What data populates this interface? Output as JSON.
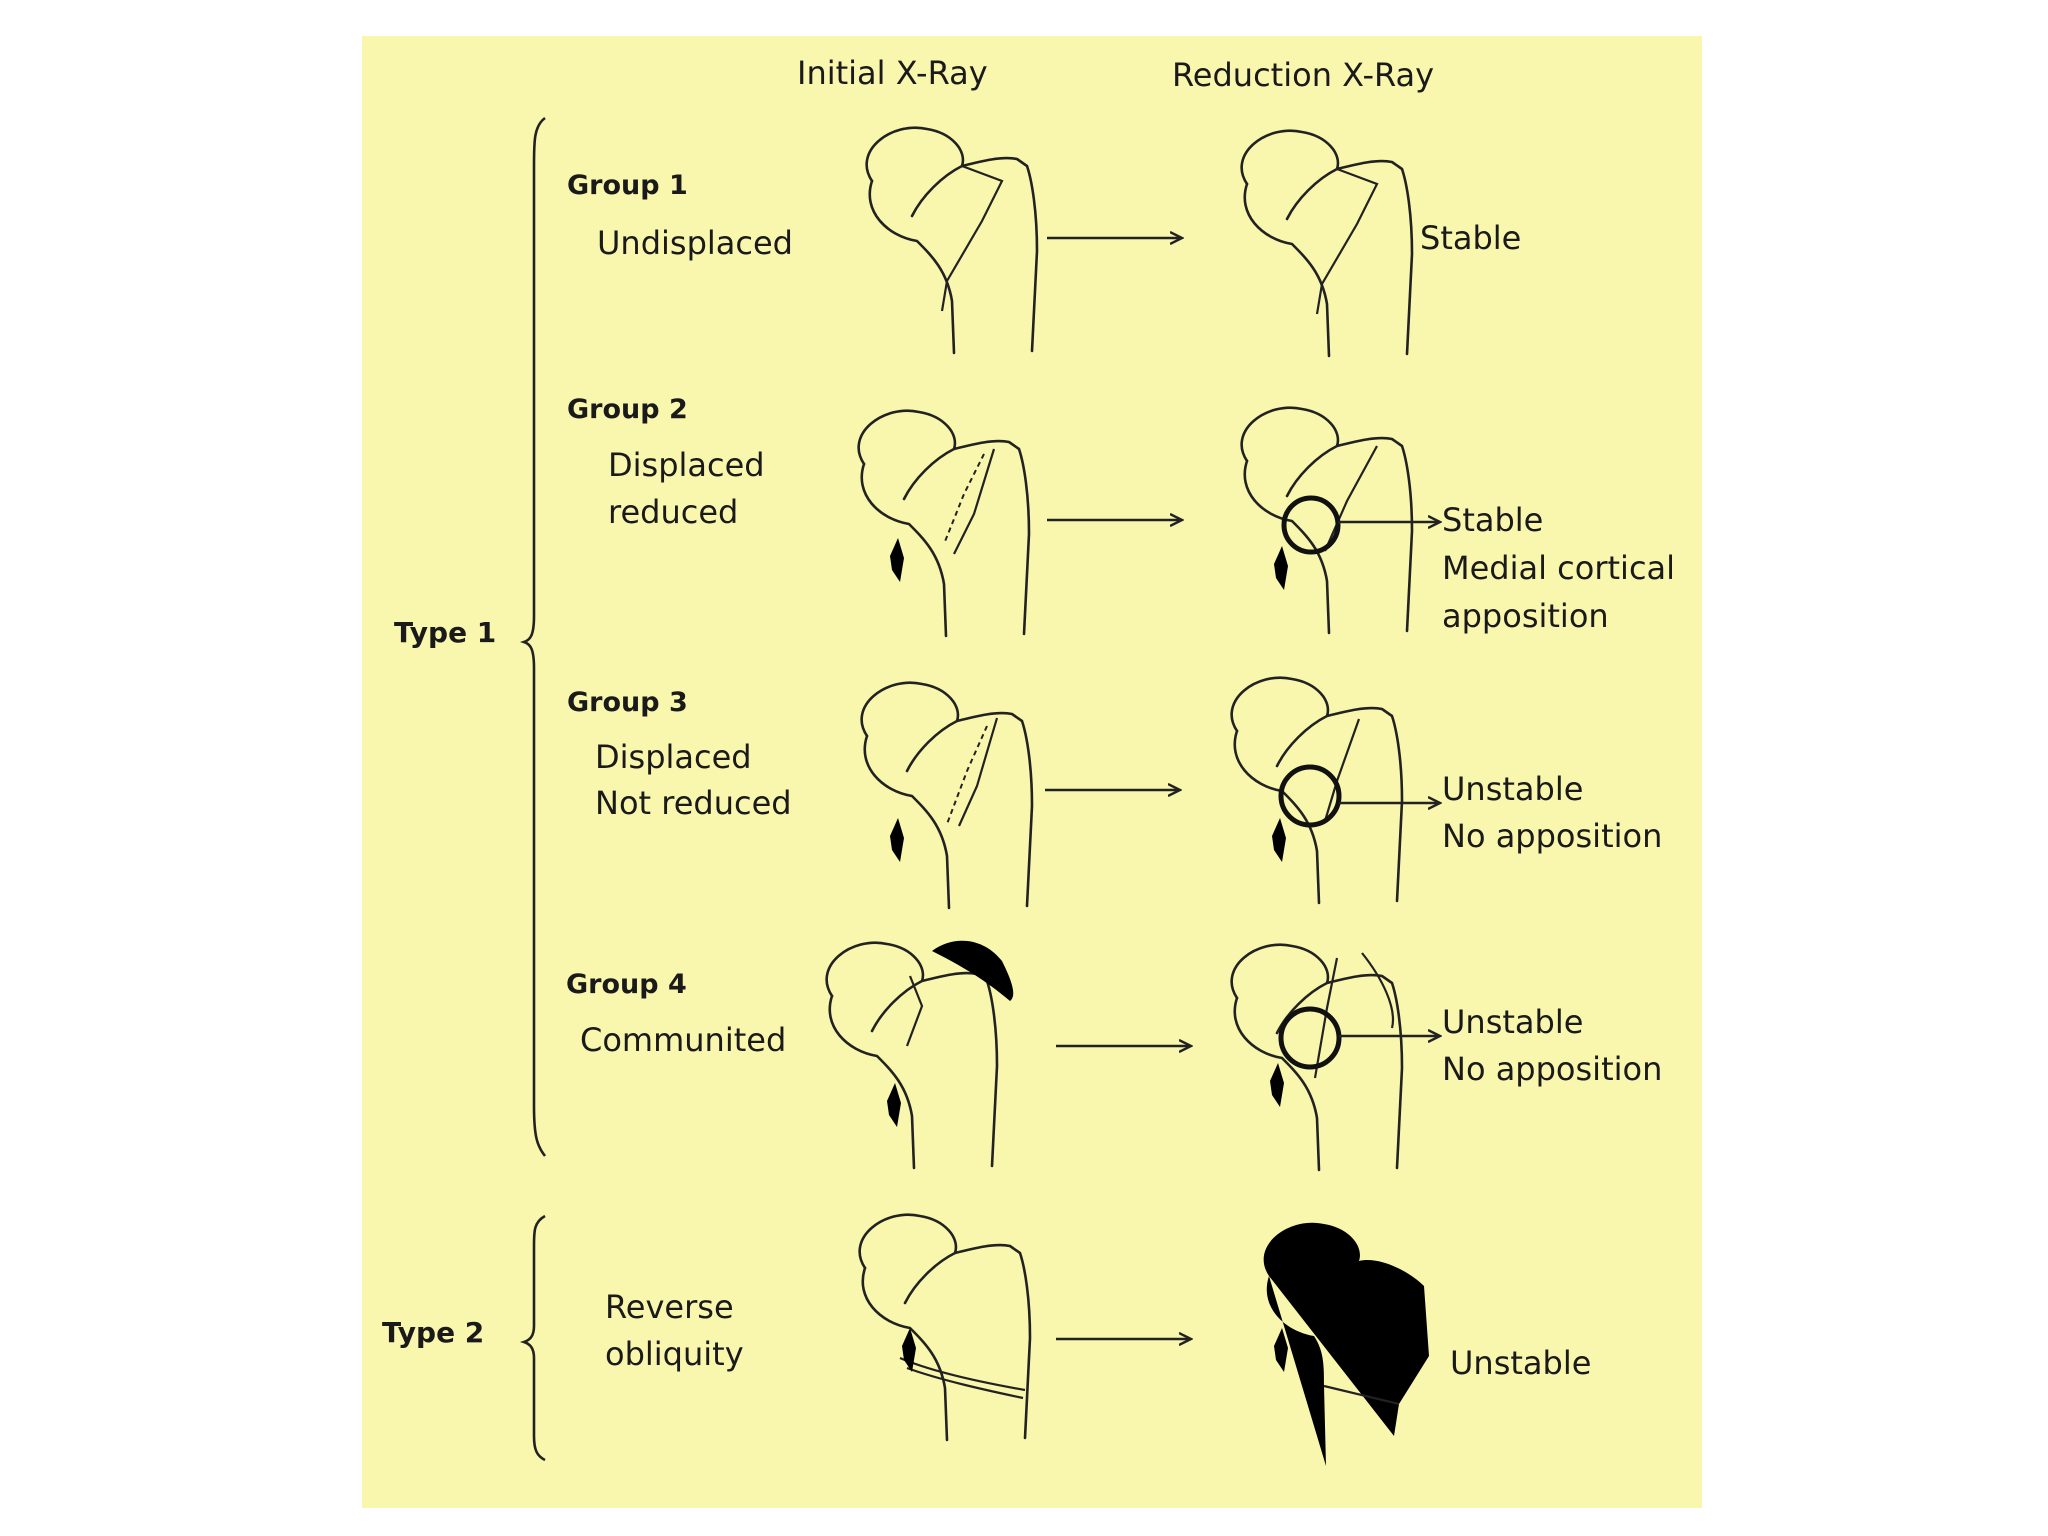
{
  "headers": {
    "initial": "Initial X-Ray",
    "reduction": "Reduction X-Ray"
  },
  "types": [
    {
      "label": "Type 1"
    },
    {
      "label": "Type 2"
    }
  ],
  "rows": [
    {
      "group": "Group 1",
      "desc": [
        "Undisplaced"
      ],
      "outcome": [
        "Stable"
      ]
    },
    {
      "group": "Group 2",
      "desc": [
        "Displaced",
        "reduced"
      ],
      "outcome": [
        "Stable",
        "Medial cortical",
        "apposition"
      ]
    },
    {
      "group": "Group 3",
      "desc": [
        "Displaced",
        "Not reduced"
      ],
      "outcome": [
        "Unstable",
        "No apposition"
      ]
    },
    {
      "group": "Group 4",
      "desc": [
        "Communited"
      ],
      "outcome": [
        "Unstable",
        "No apposition"
      ]
    },
    {
      "group": "",
      "desc": [
        "Reverse",
        "obliquity"
      ],
      "outcome": [
        "Unstable"
      ]
    }
  ],
  "colors": {
    "background": "#f9f6ad",
    "line": "#222222"
  }
}
